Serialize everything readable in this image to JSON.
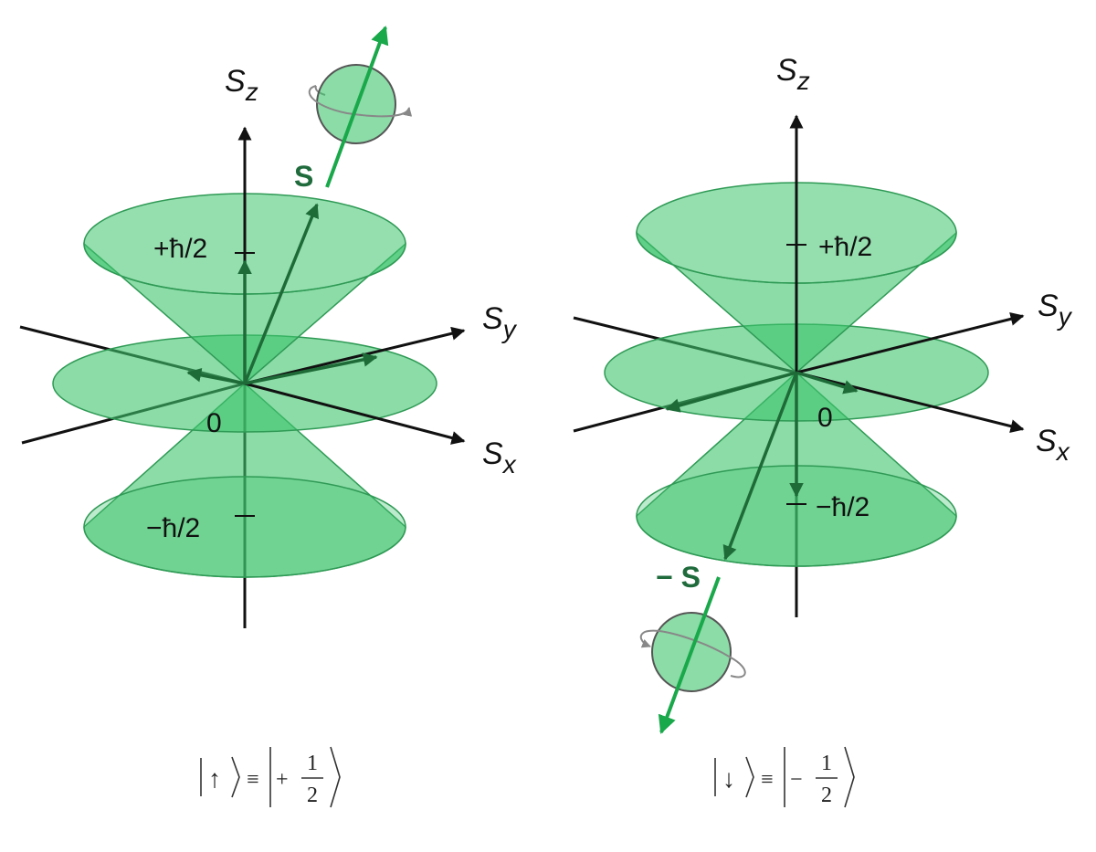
{
  "colors": {
    "fill": "#3ec46d",
    "dark_arrow": "#1e6b38",
    "bright_arrow": "#19a84a",
    "axis": "#111111",
    "spin_ring": "#888888"
  },
  "left": {
    "sz": "S",
    "sz_sub": "z",
    "sy": "S",
    "sy_sub": "y",
    "sx": "S",
    "sx_sub": "x",
    "plus": "+ħ/2",
    "zero": "0",
    "minus": "−ħ/2",
    "vector": "S",
    "ket_symbol": "↑",
    "equiv": "≡",
    "sign": "+",
    "num": "1",
    "den": "2"
  },
  "right": {
    "sz": "S",
    "sz_sub": "z",
    "sy": "S",
    "sy_sub": "y",
    "sx": "S",
    "sx_sub": "x",
    "plus": "+ħ/2",
    "zero": "0",
    "minus": "−ħ/2",
    "vector": "− S",
    "ket_symbol": "↓",
    "equiv": "≡",
    "sign": "−",
    "num": "1",
    "den": "2"
  }
}
